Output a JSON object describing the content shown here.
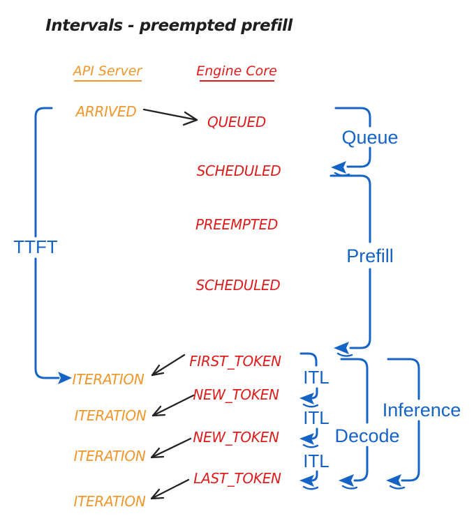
{
  "title": "Intervals - preempted prefill",
  "columns": {
    "api_server": "API Server",
    "engine_core": "Engine Core"
  },
  "api_events": {
    "arrived": "ARRIVED",
    "iteration1": "ITERATION",
    "iteration2": "ITERATION",
    "iteration3": "ITERATION",
    "iteration4": "ITERATION"
  },
  "engine_events": {
    "queued": "QUEUED",
    "scheduled1": "SCHEDULED",
    "preempted": "PREEMPTED",
    "scheduled2": "SCHEDULED",
    "first_token": "FIRST_TOKEN",
    "new_token1": "NEW_TOKEN",
    "new_token2": "NEW_TOKEN",
    "last_token": "LAST_TOKEN"
  },
  "intervals": {
    "ttft": "TTFT",
    "queue": "Queue",
    "prefill": "Prefill",
    "itl1": "ITL",
    "itl2": "ITL",
    "itl3": "ITL",
    "decode": "Decode",
    "inference": "Inference"
  },
  "colors": {
    "orange": "#F0962A",
    "red": "#DE1B1B",
    "blue": "#1563C5",
    "ink": "#222222"
  }
}
